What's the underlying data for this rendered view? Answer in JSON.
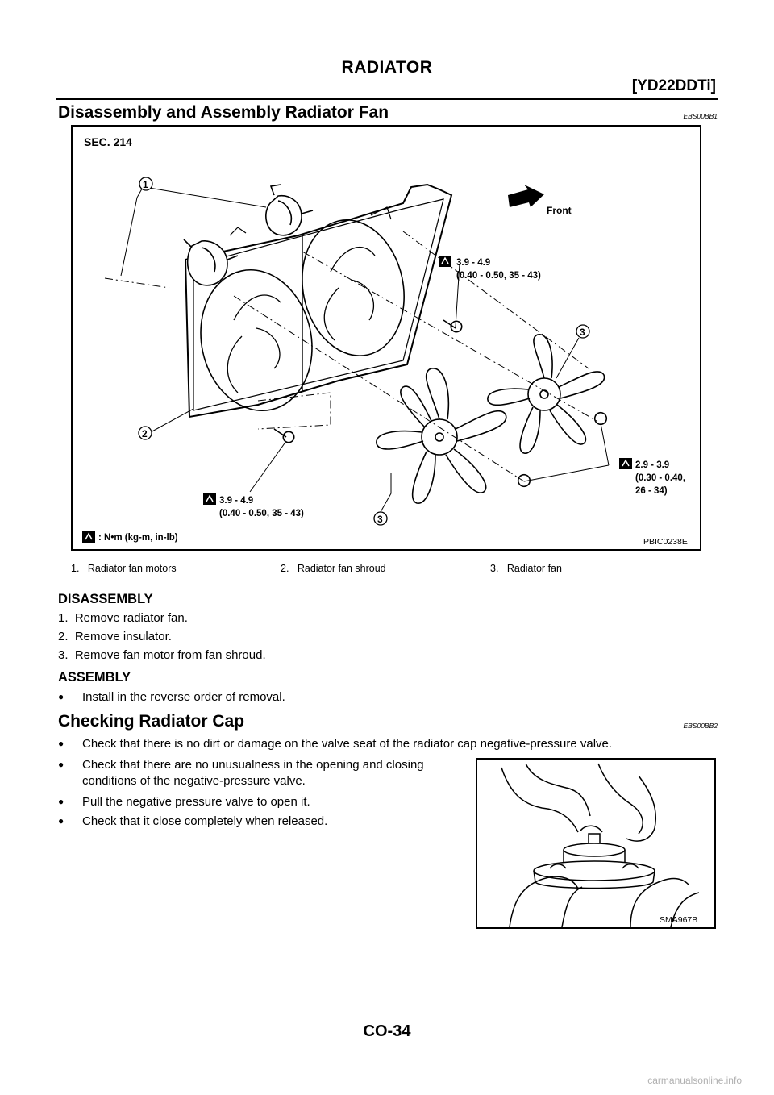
{
  "header": {
    "title": "RADIATOR",
    "engine_code": "[YD22DDTi]"
  },
  "section1": {
    "title": "Disassembly and Assembly Radiator Fan",
    "code": "EBS00BB1",
    "figure": {
      "section_label": "SEC. 214",
      "front_label": "Front",
      "callouts": [
        "1",
        "2",
        "3"
      ],
      "torque_top_value": "3.9 - 4.9",
      "torque_top_detail": "(0.40 - 0.50, 35 - 43)",
      "torque_bottom_value": "3.9 - 4.9",
      "torque_bottom_detail": "(0.40 - 0.50, 35 - 43)",
      "torque_right_line1": "2.9 - 3.9",
      "torque_right_line2": "(0.30 - 0.40,",
      "torque_right_line3": "26 - 34)",
      "unit_note": ": N•m (kg-m, in-lb)",
      "ref": "PBIC0238E"
    },
    "legend": [
      "1.   Radiator fan motors",
      "2.   Radiator fan shroud",
      "3.   Radiator fan"
    ],
    "disassembly_title": "DISASSEMBLY",
    "disassembly_steps": [
      "1.  Remove radiator fan.",
      "2.  Remove insulator.",
      "3.  Remove fan motor from fan shroud."
    ],
    "assembly_title": "ASSEMBLY",
    "assembly_steps": [
      "Install in the reverse order of removal."
    ]
  },
  "section2": {
    "title": "Checking Radiator Cap",
    "code": "EBS00BB2",
    "bullets": [
      "Check that there is no dirt or damage on the valve seat of the radiator cap negative-pressure valve.",
      "Check that there are no unusualness in the opening and closing conditions of the negative-pressure valve.",
      "Pull the negative pressure valve to open it.",
      "Check that it close completely when released."
    ],
    "figure_ref": "SMA967B"
  },
  "footer": {
    "page_code": "CO-34",
    "watermark": "carmanualsonline.info"
  }
}
